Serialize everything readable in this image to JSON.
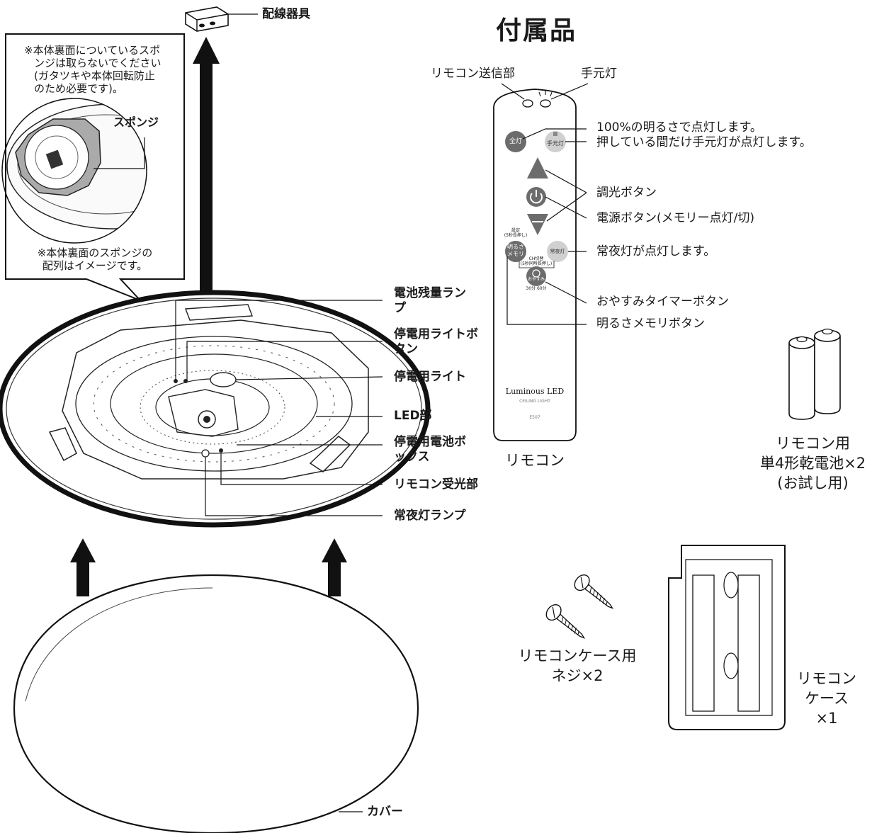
{
  "title": "付属品",
  "labels": {
    "wiring_fixture": "配線器具",
    "cover": "カバー",
    "remote": "リモコン",
    "remote_transmitter": "リモコン送信部",
    "hand_light": "手元灯"
  },
  "sponge_notes": {
    "note1": [
      "※本体裏面についているスポ",
      "ンジは取らないでください",
      "(ガタツキや本体回転防止",
      "のため必要です)。"
    ],
    "sponge": "スポンジ",
    "note2": [
      "※本体裏面のスポンジの",
      "配列はイメージです。"
    ]
  },
  "unit_parts": [
    {
      "name": "battery-level-lamp",
      "lines": [
        "電池残量ラン",
        "プ"
      ]
    },
    {
      "name": "outage-light-button",
      "lines": [
        "停電用ライトボ",
        "タン"
      ]
    },
    {
      "name": "outage-light",
      "lines": [
        "停電用ライト"
      ]
    },
    {
      "name": "led-section",
      "lines": [
        "LED部"
      ]
    },
    {
      "name": "outage-battery-box",
      "lines": [
        "停電用電池ボ",
        "ックス"
      ]
    },
    {
      "name": "remote-receiver",
      "lines": [
        "リモコン受光部"
      ]
    },
    {
      "name": "night-light-lamp",
      "lines": [
        "常夜灯ランプ"
      ]
    }
  ],
  "remote_callouts": {
    "full_light": "100%の明るさで点灯します。",
    "hand_light": "押している間だけ手元灯が点灯します。",
    "dimmer": "調光ボタン",
    "power": "電源ボタン(メモリー点灯/切)",
    "night": "常夜灯が点灯します。",
    "sleep_timer": "おやすみタイマーボタン",
    "memory": "明るさメモリボタン"
  },
  "remote_buttons": {
    "full": "全灯",
    "hand": "手元灯",
    "memory": [
      "明るさ",
      "メモリ"
    ],
    "memory_top": [
      "設定",
      "(5秒長押し)"
    ],
    "night": "常夜灯",
    "ch": [
      "CH切替",
      "(5秒同時長押し)"
    ],
    "sleep": "おやすみ",
    "sleep_ring": "30分 60分"
  },
  "remote_branding": {
    "brand": "Luminous LED",
    "sub": "CEILING LIGHT",
    "model": "E507"
  },
  "accessories": {
    "batteries": [
      "リモコン用",
      "単4形乾電池×2",
      "(お試し用)"
    ],
    "screws": [
      "リモコンケース用",
      "ネジ×2"
    ],
    "case": [
      "リモコン",
      "ケース",
      "×1"
    ]
  }
}
